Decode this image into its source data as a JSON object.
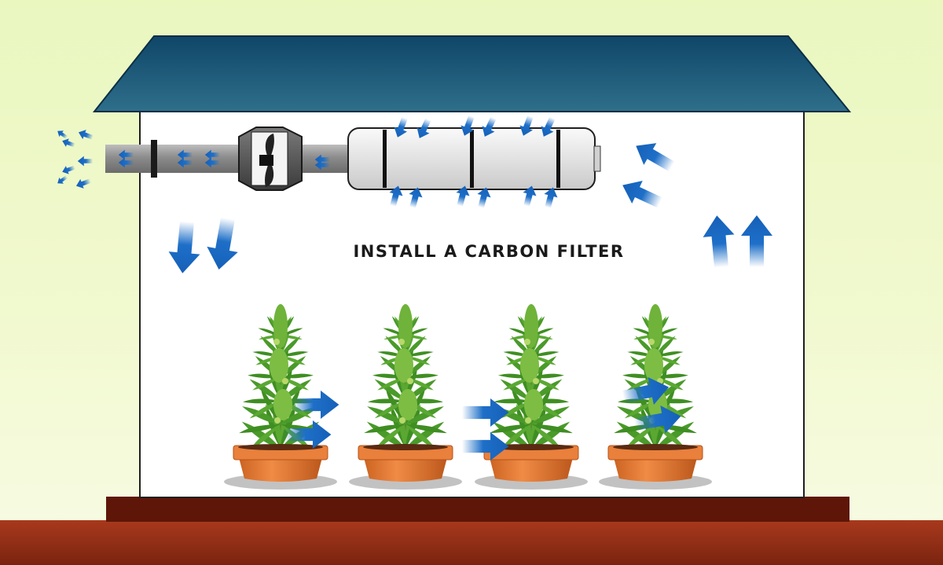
{
  "caption": "INSTALL A CARBON FILTER",
  "colors": {
    "background": "#eef8c6",
    "roof": "#1f5a78",
    "wall": "#ffffff",
    "floor": "#6b1a0c",
    "ground": "#8e2e16",
    "duct": "#9a9a9a",
    "filter": "#e6e6e6",
    "fan": "#2b2b2b",
    "airflow_arrow": "#1e6fc8",
    "pot": "#e07a35",
    "foliage": "#3f8e22"
  },
  "icons": [
    "roof",
    "exhaust-duct",
    "inline-fan-icon",
    "carbon-filter",
    "airflow-arrow-icon",
    "cannabis-plant",
    "flower-pot"
  ],
  "plants": [
    {
      "name": "plant-1"
    },
    {
      "name": "plant-2"
    },
    {
      "name": "plant-3"
    },
    {
      "name": "plant-4"
    }
  ]
}
